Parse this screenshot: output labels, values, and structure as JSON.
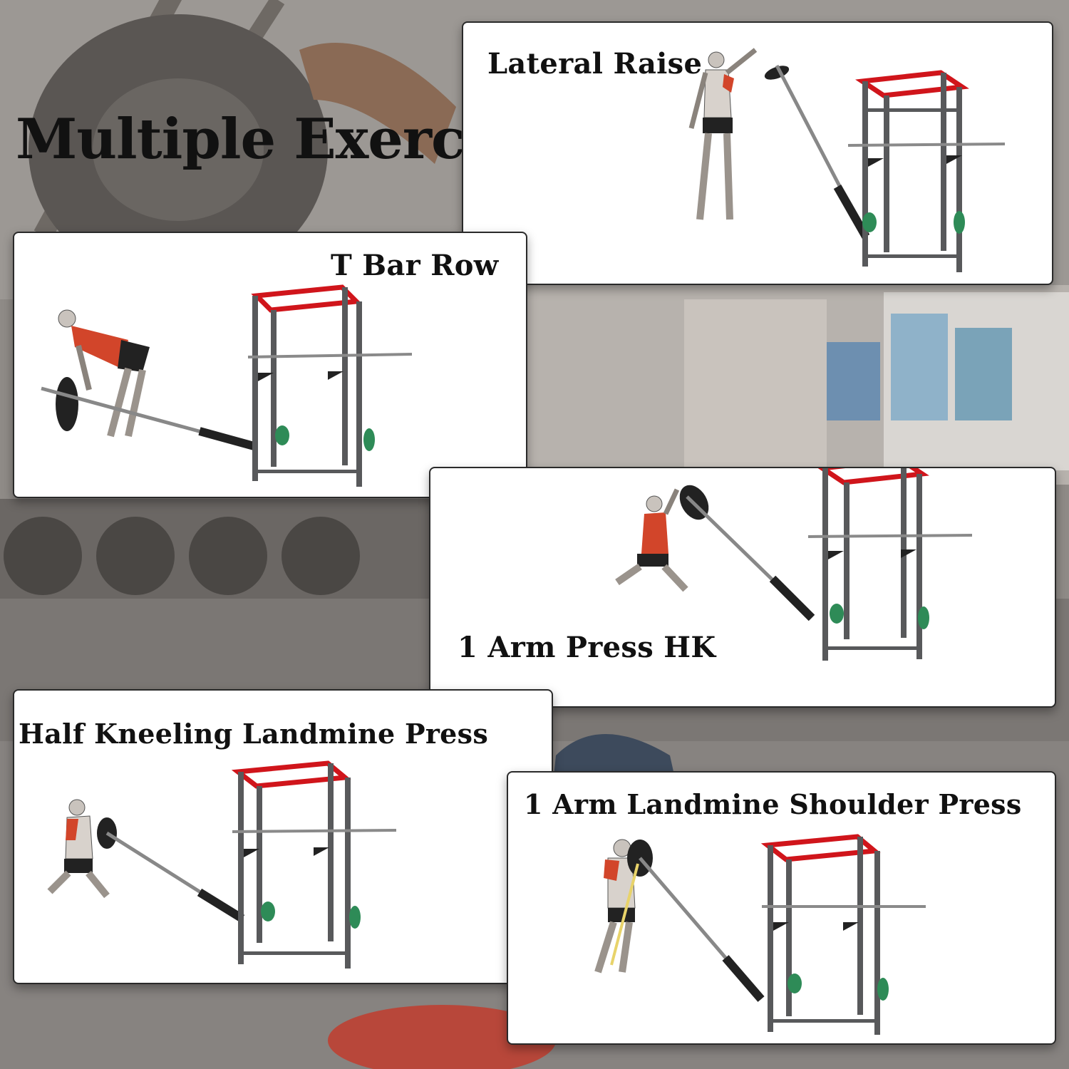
{
  "heading": "Multiple Exercises",
  "panels": [
    {
      "id": "lateral-raise",
      "title": "Lateral Raise"
    },
    {
      "id": "t-bar-row",
      "title": "T Bar Row"
    },
    {
      "id": "one-arm-press-hk",
      "title": "1 Arm Press HK"
    },
    {
      "id": "half-kneeling-landmine-press",
      "title": "Half Kneeling Landmine Press"
    },
    {
      "id": "one-arm-landmine-shoulder-press",
      "title": "1 Arm Landmine Shoulder Press"
    }
  ],
  "colors": {
    "rack_frame": "#58595b",
    "rack_top": "#d0151b",
    "plate": "#2e8b57",
    "background": "#8a8784",
    "muscle_highlight": "#d2452a",
    "band": "#e8d36a"
  }
}
